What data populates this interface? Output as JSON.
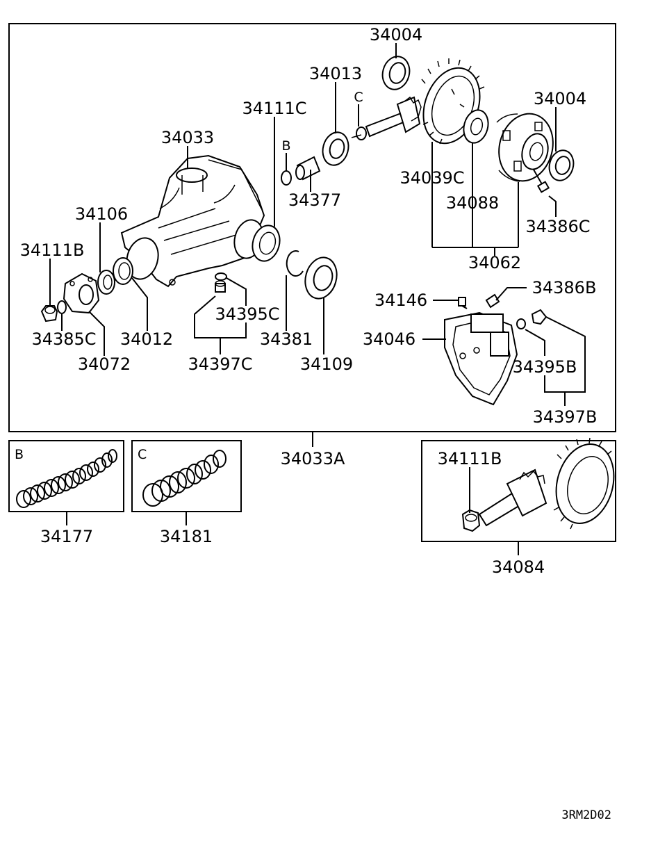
{
  "diagram_code": "3RM2D02",
  "panels": {
    "main_assembly": "34033A",
    "inset_b": {
      "letter": "B",
      "part": "34177"
    },
    "inset_c": {
      "letter": "C",
      "part": "34181"
    },
    "pinion_gear_set": "34084"
  },
  "callouts": {
    "bearing_upper": "34004",
    "pinion_bearing": "34013",
    "marker_c": "C",
    "side_seal_upper": "34111C",
    "housing": "34033",
    "marker_b": "B",
    "spacer": "34377",
    "ring_gear": "34039C",
    "bearing_right": "34004",
    "gear_shim": "34088",
    "bolt_c": "34386C",
    "differential_case": "34062",
    "washer": "34106",
    "pinion_nut": "34111B",
    "seal_inner": "34012",
    "washer_c": "34385C",
    "companion_flange": "34072",
    "plug_c": "34395C",
    "drain_set_c": "34397C",
    "snap_ring": "34381",
    "oil_seal": "34109",
    "breather": "34146",
    "bolt_b": "34386B",
    "rear_cover": "34046",
    "plug_b": "34395B",
    "drain_set_b": "34397B",
    "set_nut": "34111B"
  }
}
